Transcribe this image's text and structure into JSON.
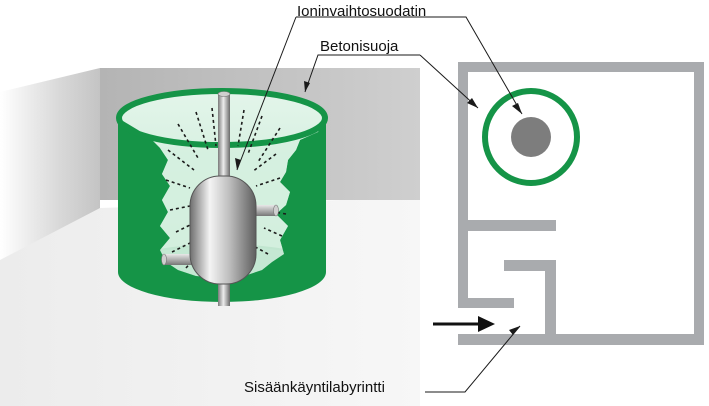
{
  "labels": {
    "ion_exchange_filter": "Ioninvaihtosuodatin",
    "concrete_shield": "Betonisuoja",
    "entrance_labyrinth": "Sisäänkäyntilabyrintti"
  },
  "colors": {
    "shield_green": "#159447",
    "shield_light": "#c9ecd8",
    "shield_floor": "#4fae78",
    "wall_gray": "#a9abae",
    "filter_gray": "#7d7d7d",
    "text": "#111111"
  }
}
